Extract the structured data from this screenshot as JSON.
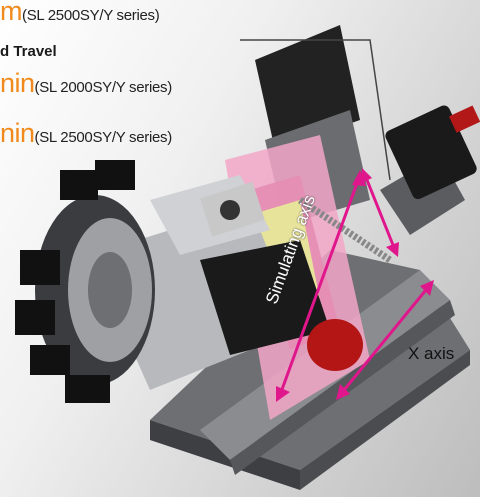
{
  "spec_text": {
    "line1_big": "m",
    "line1_note": "(SL 2500SY/Y series)",
    "heading": "d Travel",
    "line2_big": "nin",
    "line2_note": "(SL 2000SY/Y series)",
    "line3_big": "nin",
    "line3_note": "(SL 2500SY/Y series)"
  },
  "labels": {
    "simulating_axis": "Simulating axis",
    "x_axis": "X axis"
  },
  "colors": {
    "accent_orange": "#f08a1c",
    "arrow_magenta": "#e0168c",
    "pink_slide": "#f2a7c8"
  }
}
